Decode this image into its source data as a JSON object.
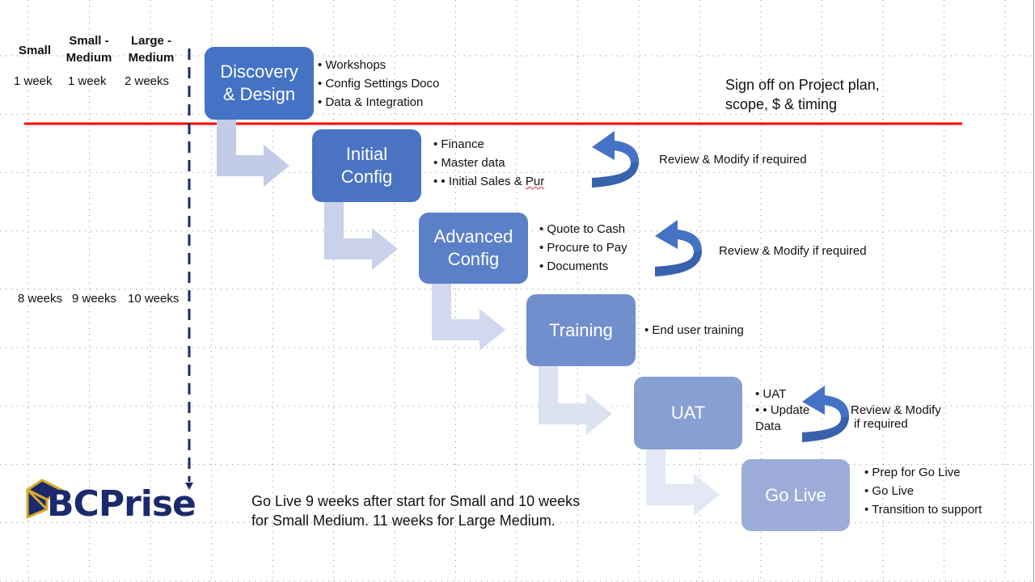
{
  "columns": {
    "headers": [
      {
        "line1": "",
        "line2": "Small"
      },
      {
        "line1": "Small -",
        "line2": "Medium"
      },
      {
        "line1": "Large -",
        "line2": "Medium"
      }
    ],
    "discovery_durations": [
      "1 week",
      "1 week",
      "2 weeks"
    ],
    "total_durations": [
      "8 weeks",
      "9 weeks",
      "10 weeks"
    ]
  },
  "stages": [
    {
      "name": "Discovery & Design",
      "line1": "Discovery",
      "line2": "& Design",
      "color": "#4472c4",
      "bullets": [
        "Workshops",
        "Config Settings Doco",
        "Data & Integration"
      ]
    },
    {
      "name": "Initial Config",
      "line1": "Initial",
      "line2": "Config",
      "color": "#4a74c2",
      "bullets": [
        "Finance",
        "Master data",
        "Initial Sales & Pur"
      ]
    },
    {
      "name": "Advanced Config",
      "line1": "Advanced",
      "line2": "Config",
      "color": "#5b80c8",
      "bullets": [
        "Quote to Cash",
        "Procure to Pay",
        "Documents"
      ]
    },
    {
      "name": "Training",
      "line1": "Training",
      "line2": "",
      "color": "#728fcd",
      "bullets": [
        "End user training"
      ]
    },
    {
      "name": "UAT",
      "line1": "UAT",
      "line2": "",
      "color": "#879fd3",
      "bullets": [
        "UAT",
        "Update Data"
      ]
    },
    {
      "name": "Go Live",
      "line1": "Go Live",
      "line2": "",
      "color": "#9dacd9",
      "bullets": [
        "Prep for Go Live",
        "Go Live",
        "Transition to support"
      ]
    }
  ],
  "notes": {
    "sign_off_line1": "Sign off on Project plan,",
    "sign_off_line2": "scope, $ & timing",
    "review_1": "Review & Modify if required",
    "review_2": "Review & Modify if required",
    "review_3_line1": "Review & Modify",
    "review_3_line2": "if required",
    "go_live_line1": "Go Live 9 weeks after start for Small and 10 weeks",
    "go_live_line2": "for Small Medium. 11 weeks for Large Medium."
  },
  "colors": {
    "signoff_line": "#ff0000",
    "timeline": "#1b2a6b",
    "curved_arrow": "#4472c4",
    "connector_arrows": [
      "#c2cce6",
      "#c9d2ea",
      "#d2d9ee",
      "#dde2f1",
      "#e4e8f4"
    ]
  },
  "logo": {
    "text": "BCPrise"
  }
}
